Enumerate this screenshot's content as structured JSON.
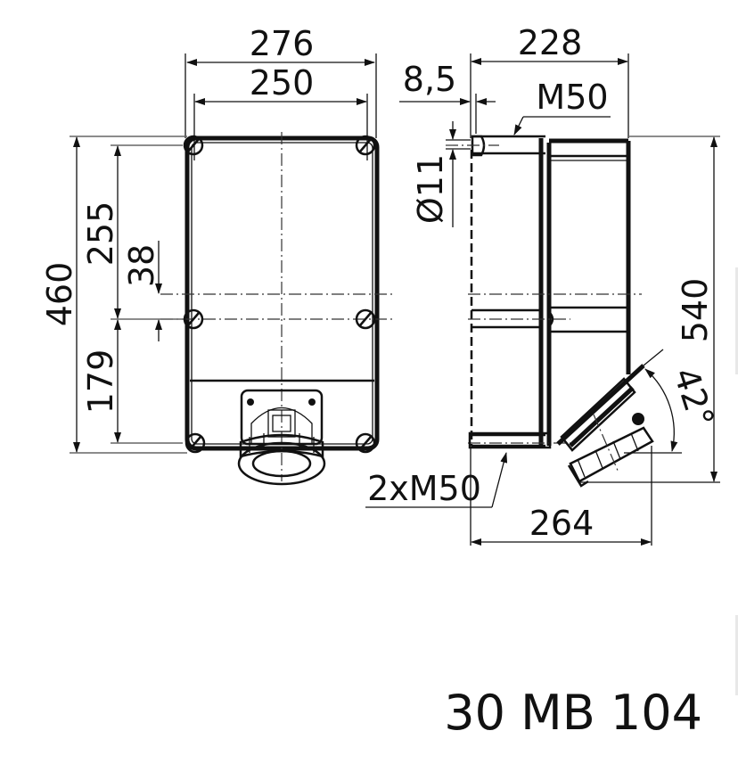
{
  "drawing": {
    "part_number": "30 MB 104",
    "front_view": {
      "dimensions": {
        "overall_width": "276",
        "hole_spacing_width": "250",
        "overall_height": "460",
        "upper_hole_spacing": "255",
        "center_offset": "38",
        "lower_hole_spacing": "179"
      }
    },
    "side_view": {
      "dimensions": {
        "depth": "228",
        "wall_offset": "8,5",
        "hole_diameter": "Ø11",
        "total_height": "540",
        "total_depth_with_socket": "264",
        "socket_angle": "42°"
      },
      "callouts": {
        "top_gland": "M50",
        "bottom_glands": "2xM50"
      }
    },
    "colors": {
      "line": "#111111",
      "extension_line": "#666666",
      "background": "#ffffff"
    }
  }
}
